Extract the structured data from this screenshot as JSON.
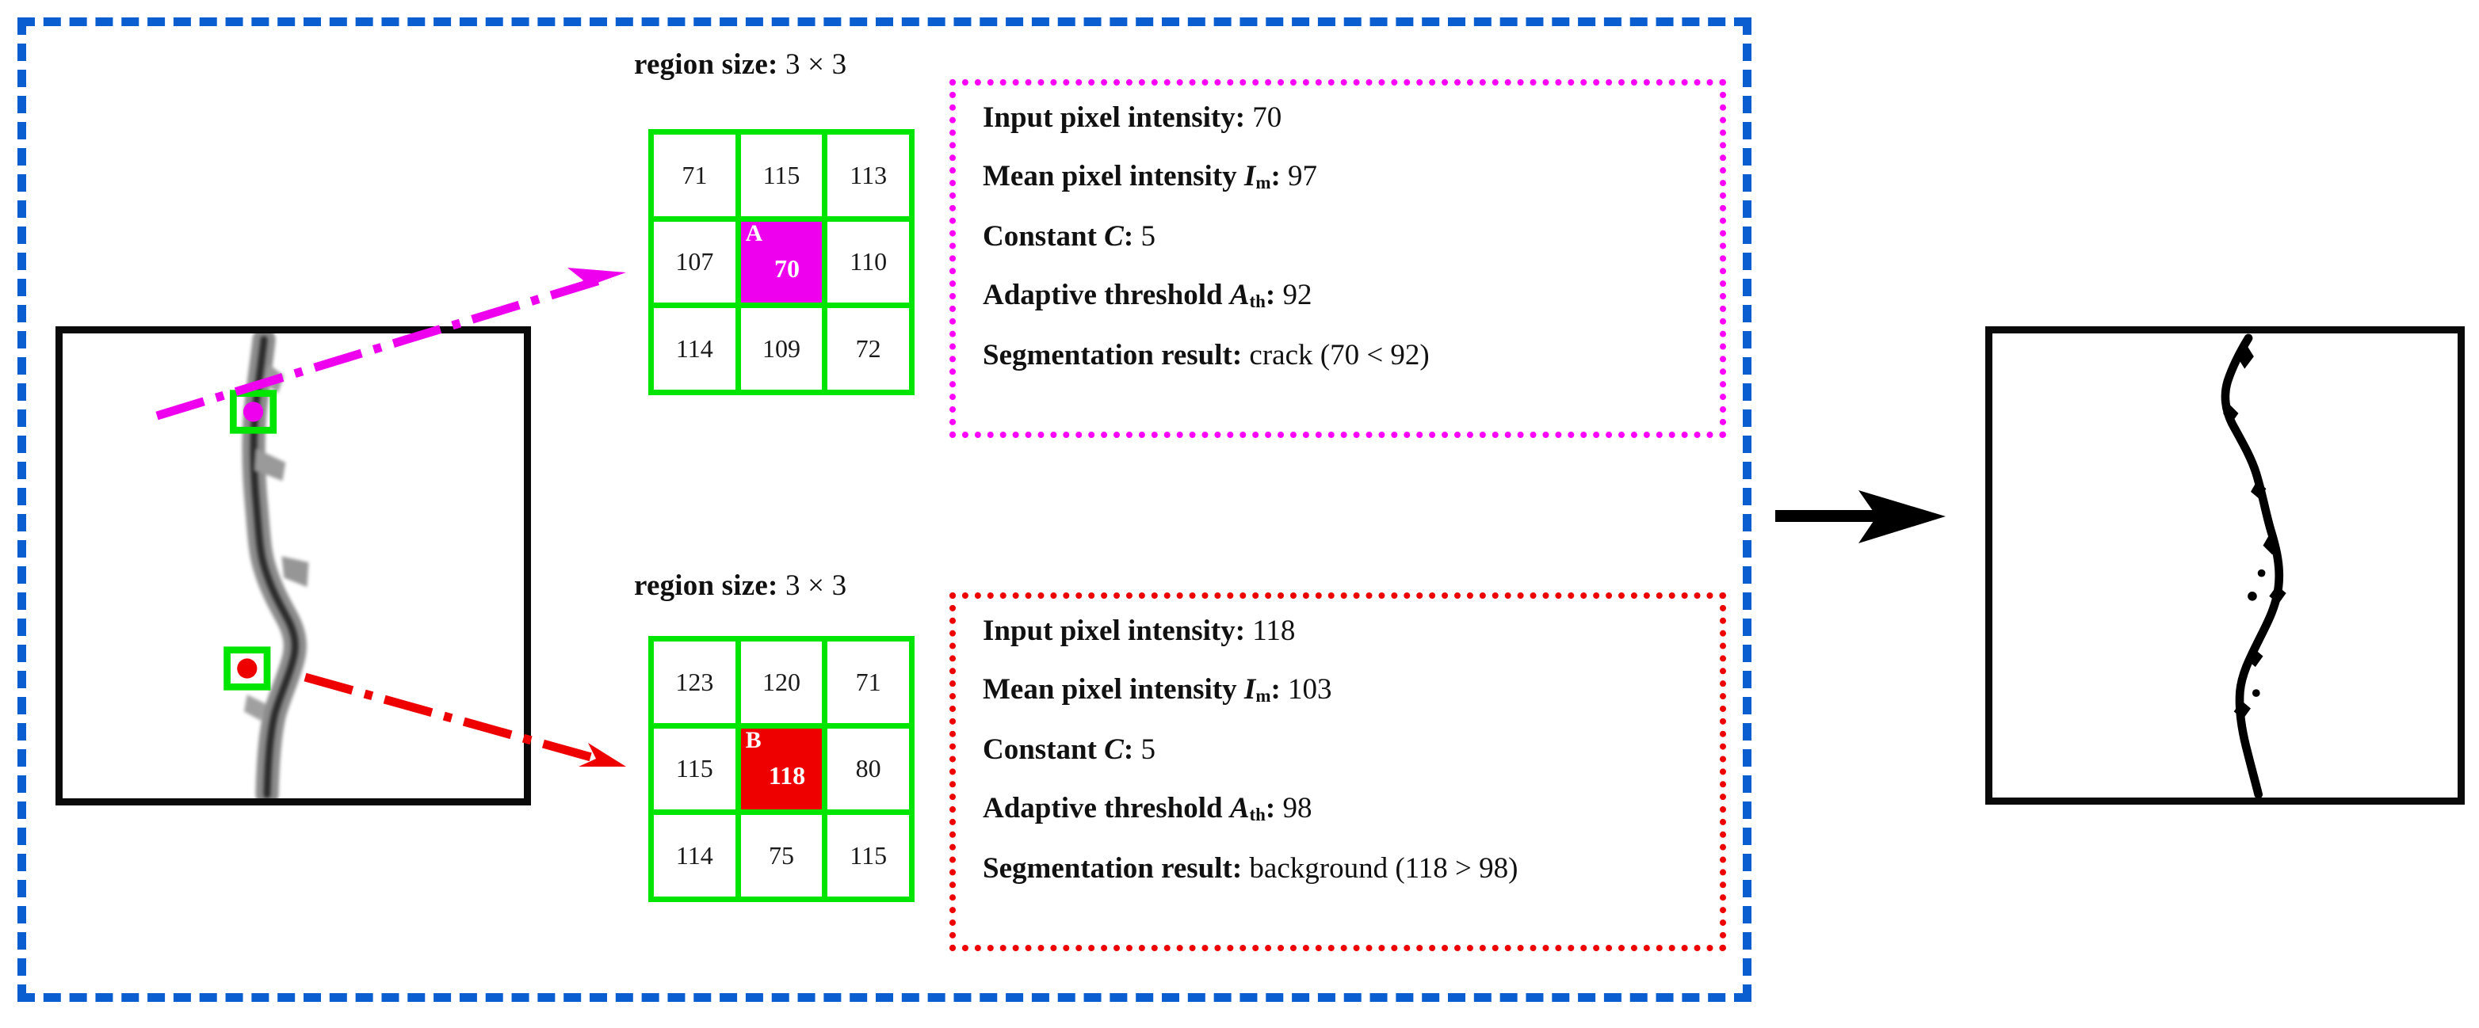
{
  "figure": {
    "title": "Adaptive threshold crack segmentation illustration",
    "colors": {
      "outer_frame": "#0b5ed0",
      "grid_line": "#00e500",
      "highlight_a": "#ee00ee",
      "highlight_b": "#ee0000",
      "panel_a_border": "#ff00ff",
      "panel_b_border": "#ee0000",
      "image_frame": "#0a0a0a",
      "process_arrow": "#000000"
    }
  },
  "source_image": {
    "name": "grayscale-crack-image",
    "marker_a": {
      "label": "A",
      "color": "#ee00ee"
    },
    "marker_b": {
      "label": "B",
      "color": "#ee0000"
    }
  },
  "result_image": {
    "name": "binary-crack-segmentation"
  },
  "process_arrow": {
    "name": "process-arrow",
    "direction": "right"
  },
  "regions": [
    {
      "caption_label": "region size",
      "caption_sep": ": ",
      "caption_dims": "3 × 3",
      "tag": "A",
      "highlight": "magenta",
      "cells": [
        "71",
        "115",
        "113",
        "107",
        "70",
        "110",
        "114",
        "109",
        "72"
      ],
      "center_index": 4
    },
    {
      "caption_label": "region size",
      "caption_sep": ": ",
      "caption_dims": "3 × 3",
      "tag": "B",
      "highlight": "red",
      "cells": [
        "123",
        "120",
        "71",
        "115",
        "118",
        "80",
        "114",
        "75",
        "115"
      ],
      "center_index": 4
    }
  ],
  "panels": [
    {
      "style": "magenta",
      "lines": [
        {
          "label": "Input pixel intensity:",
          "sym": "",
          "sub": "",
          "value": "70"
        },
        {
          "label": "Mean pixel intensity",
          "sym": "I",
          "sub": "m",
          "suffix": ":",
          "value": "97"
        },
        {
          "label": "Constant",
          "sym": "C",
          "sub": "",
          "suffix": ":",
          "value": "5"
        },
        {
          "label": "Adaptive threshold",
          "sym": "A",
          "sub": "th",
          "suffix": ":",
          "value": "92"
        },
        {
          "label": "Segmentation result:",
          "sym": "",
          "sub": "",
          "value": "crack  (70 < 92)"
        }
      ]
    },
    {
      "style": "red",
      "lines": [
        {
          "label": "Input pixel intensity:",
          "sym": "",
          "sub": "",
          "value": "118"
        },
        {
          "label": "Mean pixel intensity",
          "sym": "I",
          "sub": "m",
          "suffix": ":",
          "value": "103"
        },
        {
          "label": "Constant",
          "sym": "C",
          "sub": "",
          "suffix": ":",
          "value": "5"
        },
        {
          "label": "Adaptive threshold",
          "sym": "A",
          "sub": "th",
          "suffix": ":",
          "value": "98"
        },
        {
          "label": "Segmentation result:",
          "sym": "",
          "sub": "",
          "value": "background  (118 > 98)"
        }
      ]
    }
  ]
}
